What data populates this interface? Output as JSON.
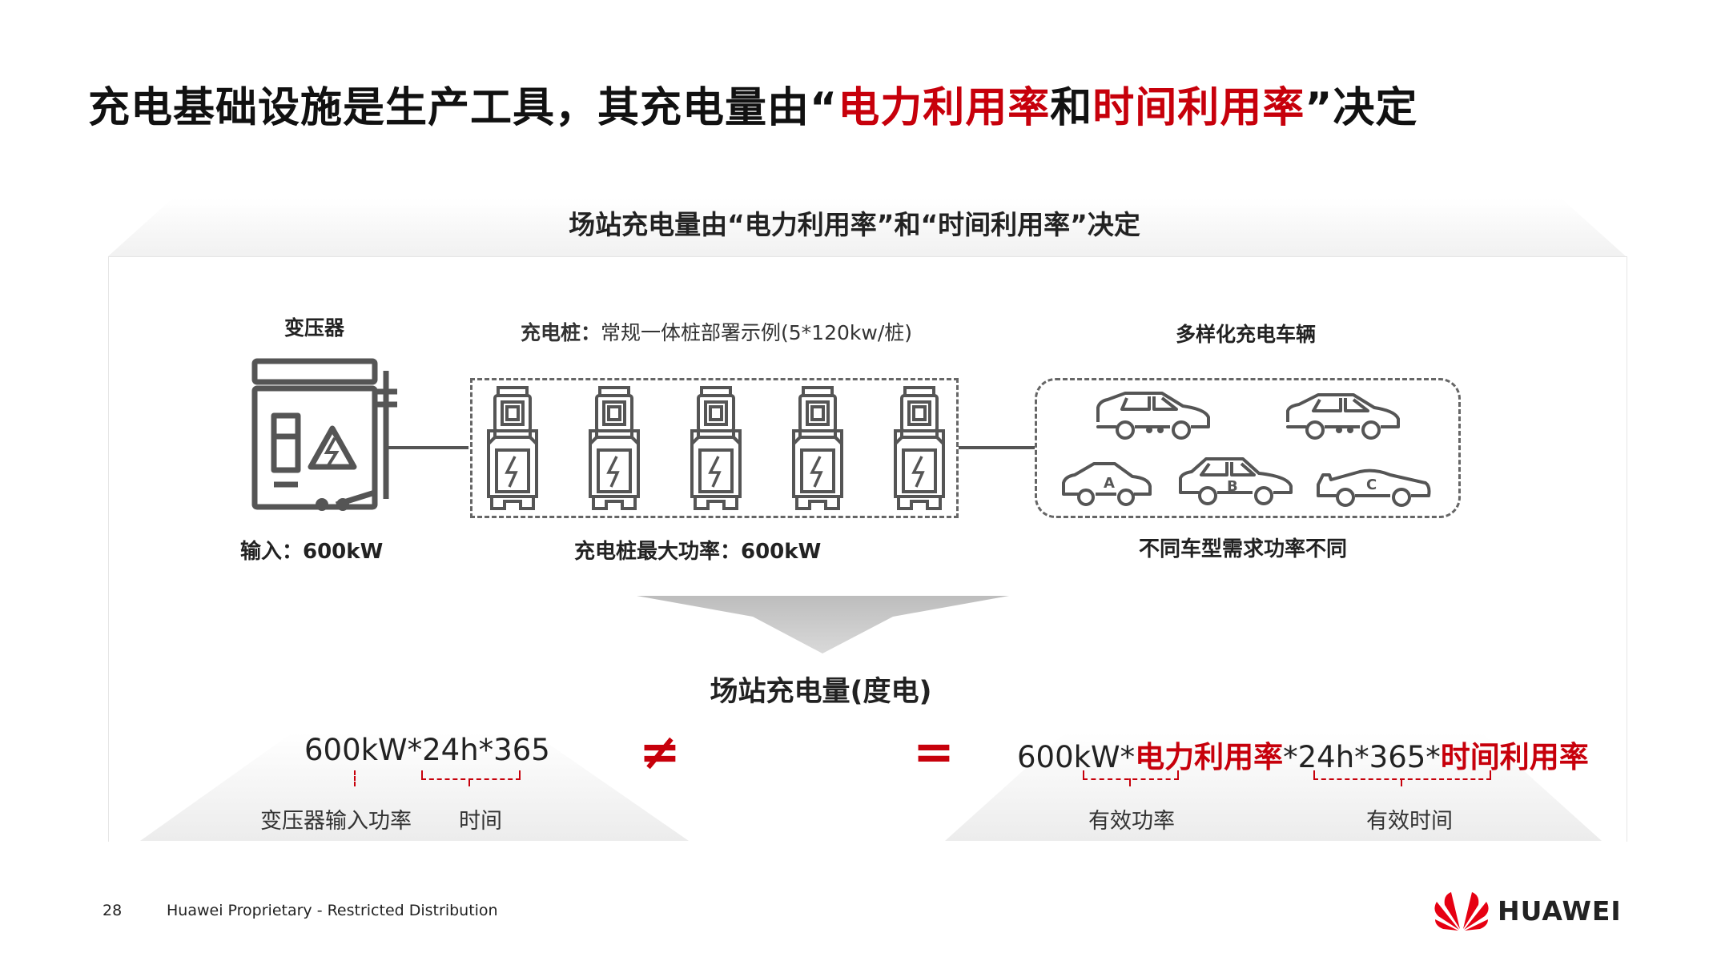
{
  "title": {
    "part1": "充电基础设施是生产工具，其充电量由“",
    "red1": "电力利用率",
    "mid": "和",
    "red2": "时间利用率",
    "part2": "”决定"
  },
  "panel": {
    "title": "场站充电量由“电力利用率”和“时间利用率”决定"
  },
  "transformer": {
    "label": "变压器",
    "input": "输入：600kW"
  },
  "chargers": {
    "label_bold": "充电桩：",
    "label_rest": "常规一体桩部署示例(5*120kw/桩)",
    "max_power": "充电桩最大功率：600kW"
  },
  "vehicles": {
    "label": "多样化充电车辆",
    "note": "不同车型需求功率不同",
    "letters": [
      "A",
      "B",
      "C"
    ]
  },
  "result": {
    "label": "场站充电量(度电)"
  },
  "formula_left": {
    "text": "600kW*24h*365",
    "sub1": "变压器输入功率",
    "sub2": "时间"
  },
  "neq": "≠",
  "eq": "=",
  "formula_right": {
    "p1": "600kW*",
    "r1": "电力利用率",
    "p2": "*24h*365*",
    "r2": "时间利用率",
    "sub1": "有效功率",
    "sub2": "有效时间"
  },
  "footer": {
    "page": "28",
    "text": "Huawei Proprietary - Restricted Distribution",
    "brand": "HUAWEI"
  },
  "colors": {
    "accent_red": "#c7000b",
    "icon_gray": "#555555"
  }
}
